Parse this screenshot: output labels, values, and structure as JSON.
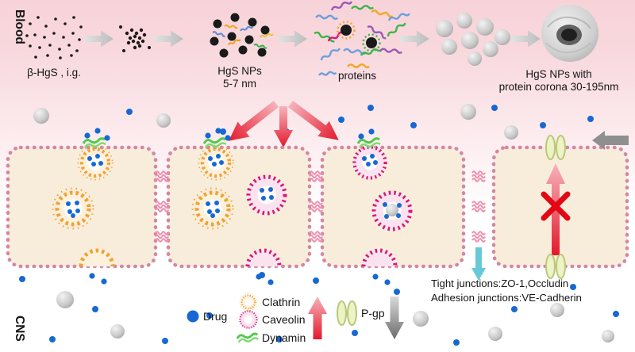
{
  "regions": {
    "blood_label": "Blood",
    "cns_label": "CNS"
  },
  "pipeline": {
    "beta_hgs_label": "β-HgS , i.g.",
    "nps_label_line1": "HgS NPs",
    "nps_label_line2": "5-7 nm",
    "proteins_label": "proteins",
    "corona_label_line1": "HgS NPs with",
    "corona_label_line2": "protein corona 30-195nm"
  },
  "annotations": {
    "tight_junctions": "Tight junctions:ZO-1,Occludin",
    "adhesion_junctions": "Adhesion junctions:VE-Cadherin"
  },
  "legend": {
    "drug_label": "Drug",
    "clathrin_label": "Clathrin",
    "caveolin_label": "Caveolin",
    "dynamin_label": "Dynamin",
    "pgp_label": "P-gp"
  },
  "colors": {
    "blood_text": "#e8001d",
    "clathrin": "#f0a232",
    "caveolin": "#d6187e",
    "dynamin": "#52c94b",
    "drug": "#1768d4",
    "red_arrow": "#e3192b",
    "cyan_arrow": "#66c9da",
    "membrane": "#d387a5",
    "cell_fill": "#f8eddb",
    "pgp_fill": "#eef3c6"
  }
}
